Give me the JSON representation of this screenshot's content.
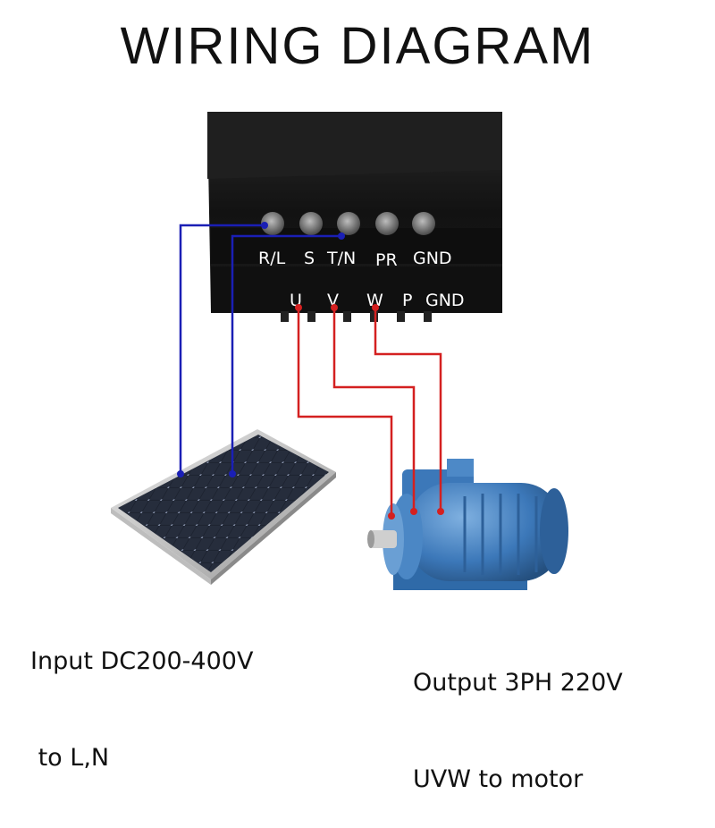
{
  "title": "WIRING DIAGRAM",
  "terminals_top": [
    "R/L",
    "S",
    "T/N",
    "PR",
    "GND"
  ],
  "terminals_bottom": [
    "U",
    "V",
    "W",
    "P",
    "GND"
  ],
  "input_caption": {
    "line1": "Input DC200-400V",
    "line2": " to L,N"
  },
  "output_caption": {
    "line1": "Output 3PH 220V",
    "line2": "UVW to motor"
  },
  "colors": {
    "input_wire": "#1a1fb5",
    "output_wire": "#d42020",
    "inverter_body": "#141414",
    "motor": "#3c78b9"
  }
}
